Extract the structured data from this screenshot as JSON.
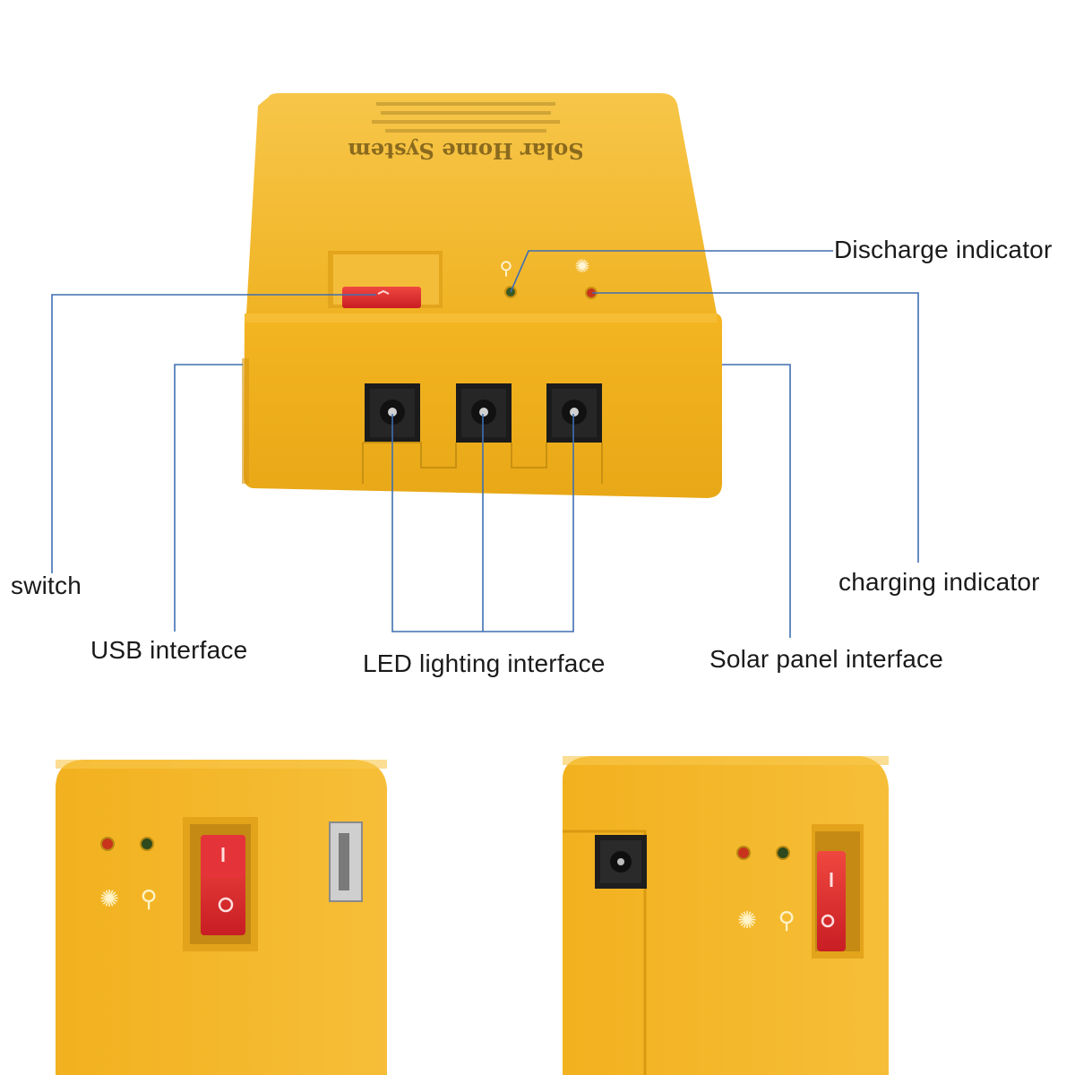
{
  "device": {
    "brand_text": "Solar Home System",
    "body_color": "#f2b01e",
    "body_shade": "#dc9a12",
    "switch_color": "#e0262e"
  },
  "labels": {
    "discharge_indicator": "Discharge indicator",
    "switch": "switch",
    "charging_indicator": "charging indicator",
    "usb_interface": "USB interface",
    "led_lighting_interface": "LED lighting interface",
    "solar_panel_interface": "Solar panel interface"
  },
  "colors": {
    "callout_line": "#3f6fb2",
    "charging_led": "#c8341c",
    "discharge_led": "#2f4a1c"
  }
}
